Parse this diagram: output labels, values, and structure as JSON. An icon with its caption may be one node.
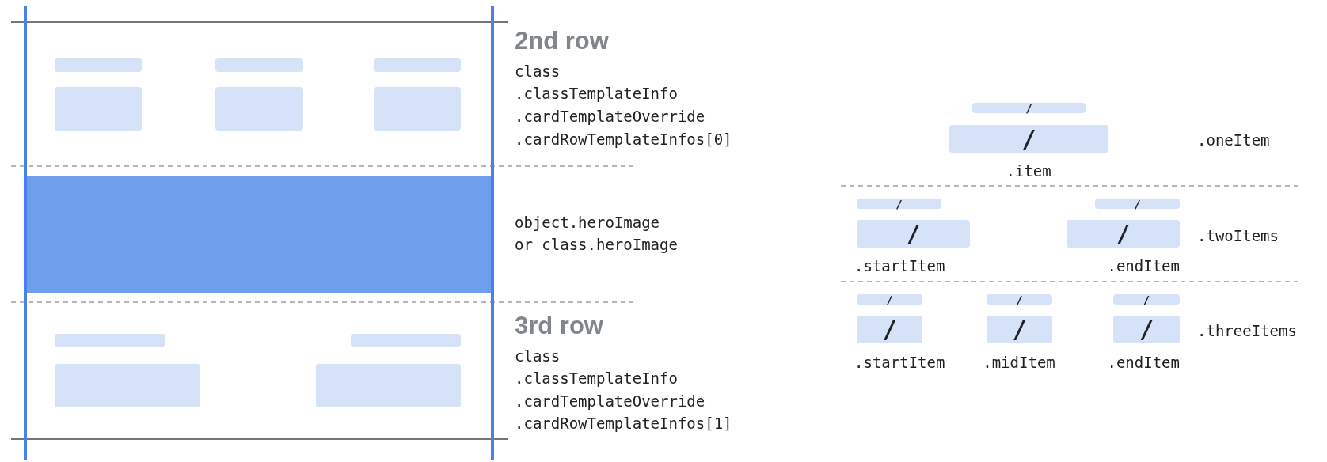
{
  "diagram": {
    "nodes": [
      {
        "text": [],
        "shape": "bar"
      },
      {
        "text": [],
        "shape": "bar"
      },
      {
        "text": [],
        "shape": "bar"
      },
      {
        "text": [],
        "shape": "box"
      },
      {
        "text": [],
        "shape": "box"
      },
      {
        "text": [],
        "shape": "box"
      },
      {
        "text": [],
        "shape": "band"
      },
      {
        "text": [],
        "shape": "bar"
      },
      {
        "text": [],
        "shape": "bar"
      },
      {
        "text": [],
        "shape": "box"
      },
      {
        "text": [],
        "shape": "box"
      },
      {
        "text": [
          "/"
        ]
      },
      {
        "text": [
          "/"
        ],
        "beside": [
          ".item"
        ]
      },
      {
        "text": [
          "/"
        ]
      },
      {
        "text": [
          "/"
        ]
      },
      {
        "text": [
          "/"
        ],
        "beside": [
          ".startItem"
        ]
      },
      {
        "text": [
          "/"
        ],
        "beside": [
          ".endItem"
        ]
      },
      {
        "text": [
          "/"
        ]
      },
      {
        "text": [
          "/"
        ]
      },
      {
        "text": [
          "/"
        ]
      },
      {
        "text": [
          "/"
        ],
        "beside": [
          ".startItem"
        ]
      },
      {
        "text": [
          "/"
        ],
        "beside": [
          ".midItem"
        ]
      },
      {
        "text": [
          "/"
        ],
        "beside": [
          ".endItem"
        ]
      }
    ],
    "labels": [
      "2nd row",
      "class",
      ".classTemplateInfo",
      ".cardTemplateOverride",
      ".cardRowTemplateInfos[0]",
      "object.heroImage",
      "or class.heroImage",
      "3rd row",
      "class",
      ".classTemplateInfo",
      ".cardTemplateOverride",
      ".cardRowTemplateInfos[1]",
      ".oneItem",
      ".twoItems",
      ".threeItems"
    ]
  }
}
